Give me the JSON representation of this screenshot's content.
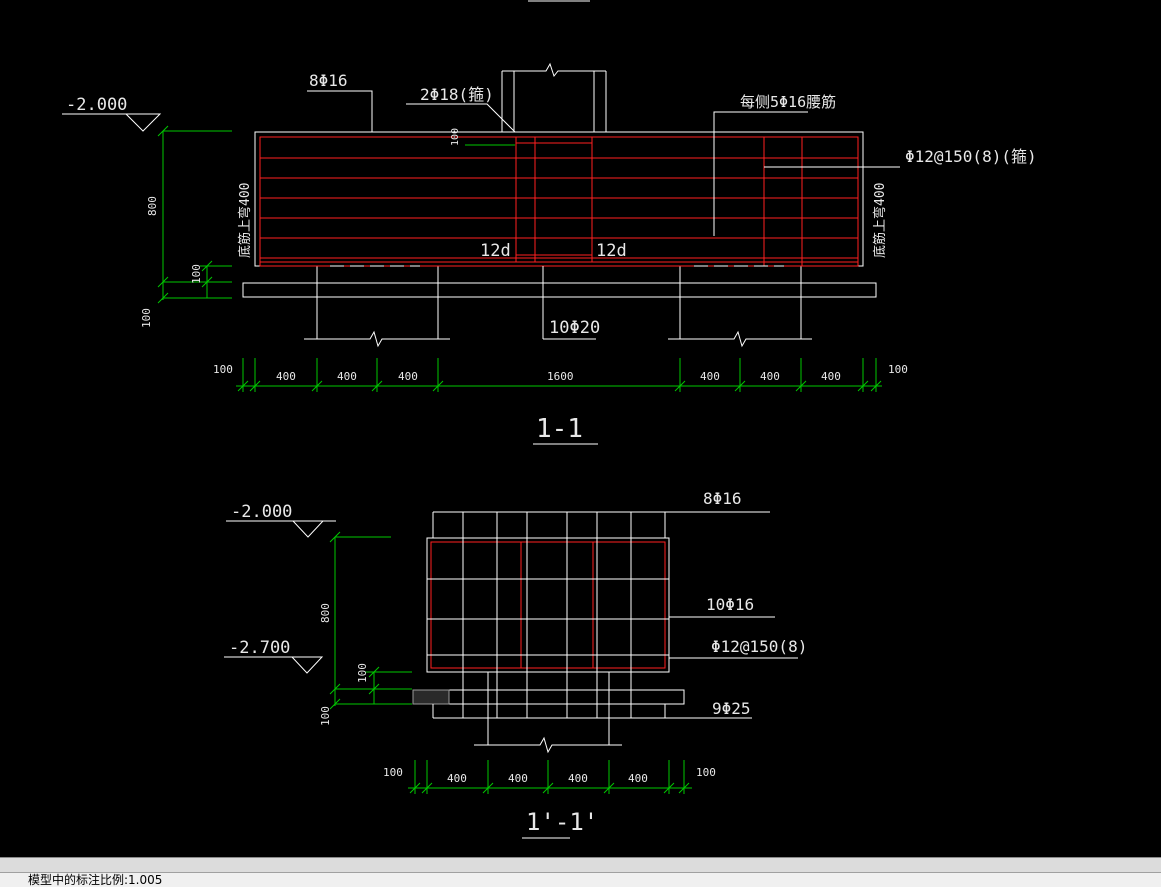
{
  "colors": {
    "background": "#000000",
    "outline": "#ffffff",
    "rebar": "#ff2020",
    "dimension": "#00c800",
    "text": "#e8e8e8"
  },
  "section_1": {
    "title": "1-1",
    "elevation": "-2.000",
    "top_bars": "8Φ16",
    "stirrup_col": "2Φ18(箍)",
    "side_bars": "每侧5Φ16腰筋",
    "stirrups": "Φ12@150(8)(箍)",
    "bottom_bars": "10Φ20",
    "anchor_left": "12d",
    "anchor_right": "12d",
    "left_note": "底筋上弯400",
    "right_note": "底筋上弯400",
    "dim_800": "800",
    "dim_100a": "100",
    "dim_100b": "100",
    "dim_100c": "100",
    "h_dims": [
      "100",
      "400",
      "400",
      "400",
      "1600",
      "400",
      "400",
      "400",
      "100"
    ]
  },
  "section_2": {
    "title": "1'-1'",
    "elevation_top": "-2.000",
    "elevation_bottom": "-2.700",
    "top_bars": "8Φ16",
    "mid_bars": "10Φ16",
    "stirrups": "Φ12@150(8)",
    "bottom_bars": "9Φ25",
    "dim_800": "800",
    "dim_100a": "100",
    "dim_100b": "100",
    "h_dims": [
      "100",
      "400",
      "400",
      "400",
      "400",
      "100"
    ]
  },
  "status_bar": {
    "text": "模型中的标注比例:1.005"
  }
}
